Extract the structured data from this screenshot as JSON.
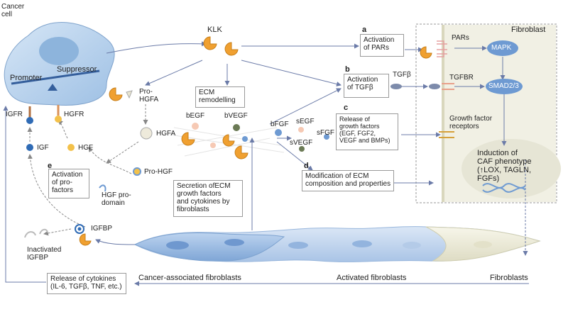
{
  "cancer_cell": {
    "label_lines": [
      "Cancer",
      "cell"
    ],
    "promoter": "Promoter",
    "suppressor": "Suppressor"
  },
  "fibroblast_panel": {
    "title": "Fibroblast",
    "pars": "PARs",
    "mapk": "MAPK",
    "tgfbr": "TGFBR",
    "smad": "SMAD2/3",
    "gf_receptors": [
      "Growth factor",
      "receptors"
    ],
    "induction": [
      "Induction of",
      "CAF phenotype",
      "(↑LOX, TAGLN,",
      "FGFs)"
    ]
  },
  "klk": "KLK",
  "tgfb": "TGFβ",
  "pro_hgfa": [
    "Pro-",
    "HGFA"
  ],
  "hgfa": "HGFA",
  "igfr": "IGFR",
  "hgfr": "HGFR",
  "igf": "IGF",
  "hgf": "HGF",
  "pro_hgf": "Pro-HGF",
  "hgf_prodomain": [
    "HGF pro-",
    "domain"
  ],
  "igfbp": "IGFBP",
  "inactivated_igfbp": [
    "Inactivated",
    "IGFBP"
  ],
  "growth_factors": {
    "befgf": "bEGF",
    "bvegf": "bVEGF",
    "bfgf": "bFGF",
    "segf": "sEGF",
    "sfgf": "sFGF",
    "svegf": "sVEGF"
  },
  "boxes": {
    "a": {
      "letter": "a",
      "lines": [
        "Activation",
        "of PARs"
      ]
    },
    "b": {
      "letter": "b",
      "lines": [
        "Activation",
        "of TGFβ"
      ]
    },
    "c": {
      "letter": "c",
      "lines": [
        "Release of",
        "growth factors",
        "(EGF, FGF2,",
        "VEGF and BMPs)"
      ]
    },
    "d": {
      "letter": "d",
      "lines": [
        "Modification of ECM",
        "composition and properties"
      ]
    },
    "e": {
      "letter": "e",
      "lines": [
        "Activation",
        "of pro-",
        "factors"
      ]
    },
    "ecm": {
      "lines": [
        "ECM",
        "remodelling"
      ]
    },
    "secretion": {
      "lines": [
        "Secretion ofECM",
        "growth factors",
        "and cytokines by",
        "fibroblasts"
      ]
    },
    "cytokines": {
      "lines": [
        "Release of cytokines",
        "(IL-6, TGFβ, TNF, etc.)"
      ]
    }
  },
  "bottom_labels": {
    "caf": "Cancer-associated fibroblasts",
    "activated": "Activated fibroblasts",
    "fibroblasts": "Fibroblasts"
  },
  "colors": {
    "cell": "#b9d3ee",
    "nucleus": "#8db4dc",
    "orange": "#f0a030",
    "mapk": "#6e9ad2",
    "panel": "#f2f1e6",
    "arrow": "#6b7ba8"
  }
}
